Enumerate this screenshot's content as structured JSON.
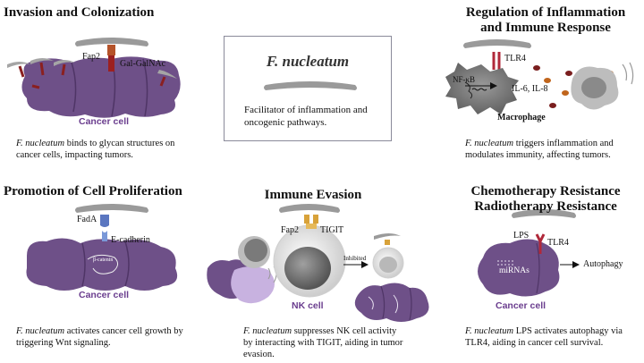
{
  "center": {
    "title": "F. nucleatum",
    "subtitle": "Facilitator of inflammation and oncogenic pathways."
  },
  "panels": {
    "invasion": {
      "title": "Invasion and Colonization",
      "fap2": "Fap2",
      "galgalnac": "Gal-GalNAc",
      "cell": "Cancer cell",
      "caption_species": "F. nucleatum",
      "caption_text": " binds to glycan structures on cancer cells, impacting tumors."
    },
    "inflammation": {
      "title_line1": "Regulation of Inflammation",
      "title_line2": "and Immune Response",
      "nfkb": "NF-κB",
      "tlr4": "TLR4",
      "cytokines": "IL-6, IL-8",
      "macrophage": "Macrophage",
      "caption_species": "F. nucleatum",
      "caption_text": " triggers inflammation and modulates immunity, affecting tumors."
    },
    "proliferation": {
      "title": "Promotion of Cell Proliferation",
      "fada": "FadA",
      "ecadherin": "E-cadherin",
      "betacatenin": "β-catenin",
      "cell": "Cancer cell",
      "caption_species": "F. nucleatum",
      "caption_text": " activates cancer cell growth by triggering Wnt signaling."
    },
    "evasion": {
      "title": "Immune Evasion",
      "fap2": "Fap2",
      "tigit": "TIGIT",
      "inhibited": "Inhibited",
      "nkcell": "NK cell",
      "caption_species": "F. nucleatum",
      "caption_text": " suppresses NK cell activity by interacting with TIGIT, aiding in tumor evasion."
    },
    "resistance": {
      "title_line1": "Chemotherapy Resistance",
      "title_line2": "Radiotherapy Resistance",
      "lps": "LPS",
      "tlr4": "TLR4",
      "mirnas": "miRNAs",
      "autophagy": "Autophagy",
      "cell": "Cancer cell",
      "caption_species": "F. nucleatum",
      "caption_text": " LPS activates autophagy via TLR4, aiding in cancer cell survival."
    }
  },
  "colors": {
    "cancer_cell": "#6e5088",
    "cancer_cell_dark": "#4f3566",
    "bacterium": "#9a9a9a",
    "fap2_receptor": "#b5532a",
    "tlr4": "#b0283a",
    "fada": "#5a76c0",
    "tigit": "#d8a23a",
    "label_purple": "#6a3d8e"
  }
}
